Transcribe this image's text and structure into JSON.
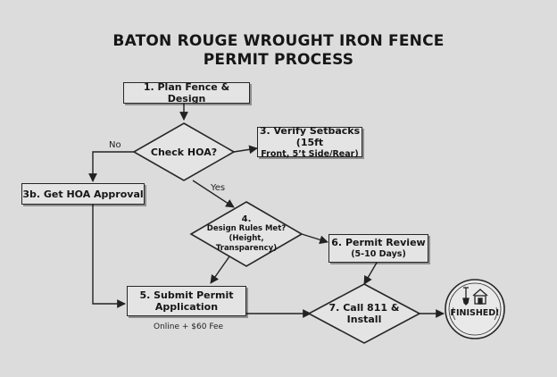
{
  "title": {
    "line1": "BATON ROUGE WROUGHT IRON FENCE",
    "line2": "PERMIT PROCESS"
  },
  "steps": {
    "plan": "1. Plan Fence & Design",
    "check_hoa": "Check HOA?",
    "verify_setbacks_line1": "3. Verify Setbacks (15ft",
    "verify_setbacks_line2": "Front, 5ʼt Side/Rear)",
    "hoa_approval": "3b. Get HOA Approval",
    "design_rules_num": "4.",
    "design_rules_line1": "Design Rules Met?",
    "design_rules_line2": "(Height,",
    "design_rules_line3": "Transparency)",
    "permit_review_line1": "6. Permit Review",
    "permit_review_line2": "(5-10 Days)",
    "submit_line1": "5. Submit Permit",
    "submit_line2": "Application",
    "submit_note": "Online + $60 Fee",
    "call_line1": "7. Call 811 &",
    "call_line2": "Install",
    "finished": "FINISHED!"
  },
  "edge_labels": {
    "no": "No",
    "yes": "Yes"
  },
  "icons": [
    "shovel-icon",
    "house-icon"
  ]
}
